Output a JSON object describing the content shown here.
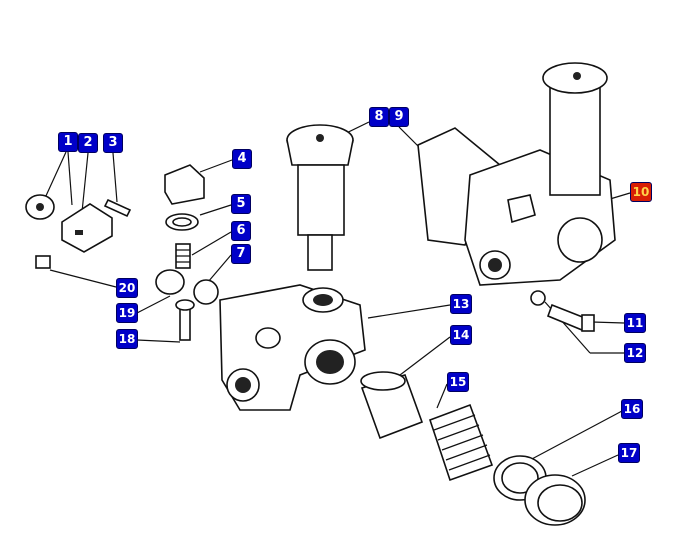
{
  "colors": {
    "label_bg": "#0000c8",
    "label_text": "#ffffff",
    "highlight_bg": "#d81e05",
    "highlight_text": "#ffd24a"
  },
  "labels": [
    {
      "num": "1"
    },
    {
      "num": "2"
    },
    {
      "num": "3"
    },
    {
      "num": "4"
    },
    {
      "num": "5"
    },
    {
      "num": "6"
    },
    {
      "num": "7"
    },
    {
      "num": "8"
    },
    {
      "num": "9"
    },
    {
      "num": "10",
      "highlighted": true
    },
    {
      "num": "11"
    },
    {
      "num": "12"
    },
    {
      "num": "13"
    },
    {
      "num": "14"
    },
    {
      "num": "15"
    },
    {
      "num": "16"
    },
    {
      "num": "17"
    },
    {
      "num": "18"
    },
    {
      "num": "19"
    },
    {
      "num": "20"
    }
  ]
}
